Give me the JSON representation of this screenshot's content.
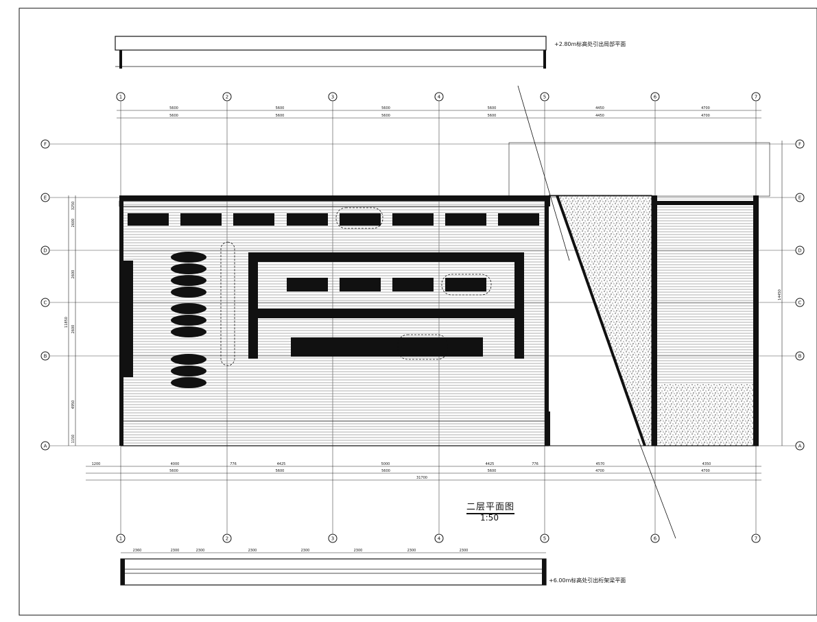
{
  "drawing": {
    "title": "二层平面图",
    "scale": "1:50",
    "note_top": "+2.80m标高处引出局部平面",
    "note_bottom": "+6.00m标高处引出桁架梁平面"
  },
  "grid": {
    "columns": [
      "1",
      "2",
      "3",
      "4",
      "5",
      "6",
      "7"
    ],
    "rows": [
      "A",
      "B",
      "C",
      "D",
      "E",
      "F"
    ]
  },
  "dimensions": {
    "top_upper": [
      "5600",
      "5600",
      "5600",
      "5600",
      "4450",
      "4700"
    ],
    "top_lower": [
      "5600",
      "5600",
      "5600",
      "5600",
      "4450",
      "4700"
    ],
    "bottom_upper": [
      "1200",
      "4000",
      "776",
      "4425",
      "5000",
      "4425",
      "776",
      "4570",
      "4350"
    ],
    "bottom_lower": [
      "5600",
      "5600",
      "5600",
      "5600",
      "4700",
      "4700"
    ],
    "bottom_total": "31700",
    "left_side": [
      "4950",
      "2600",
      "2600",
      "2600",
      "3250",
      "1150"
    ],
    "left_total": "11850",
    "right_total": "14450",
    "truss": [
      "2360",
      "2300",
      "2300",
      "2300",
      "2300",
      "2300",
      "2300",
      "2300"
    ]
  },
  "colors": {
    "line": "#111111",
    "thin": "#333333",
    "hatch": "#555555"
  }
}
